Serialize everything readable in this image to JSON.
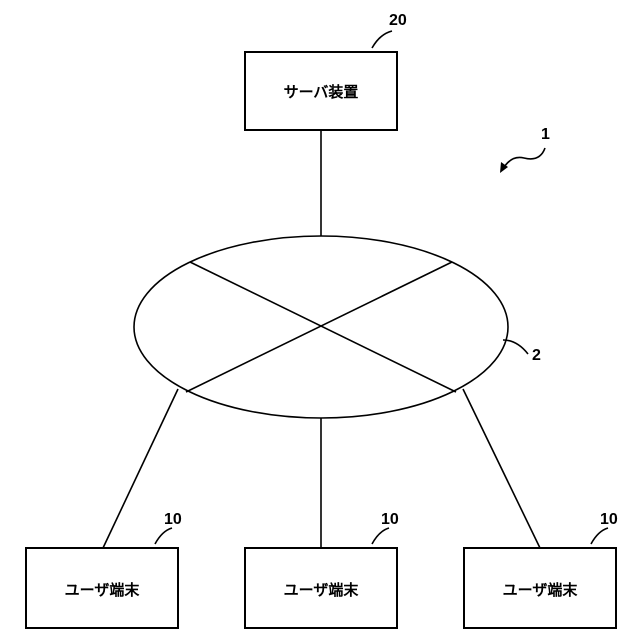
{
  "server": {
    "label": "サーバ装置",
    "ref": "20"
  },
  "system": {
    "ref": "1"
  },
  "network": {
    "ref": "2"
  },
  "terminals": [
    {
      "label": "ユーザ端末",
      "ref": "10"
    },
    {
      "label": "ユーザ端末",
      "ref": "10"
    },
    {
      "label": "ユーザ端末",
      "ref": "10"
    }
  ]
}
